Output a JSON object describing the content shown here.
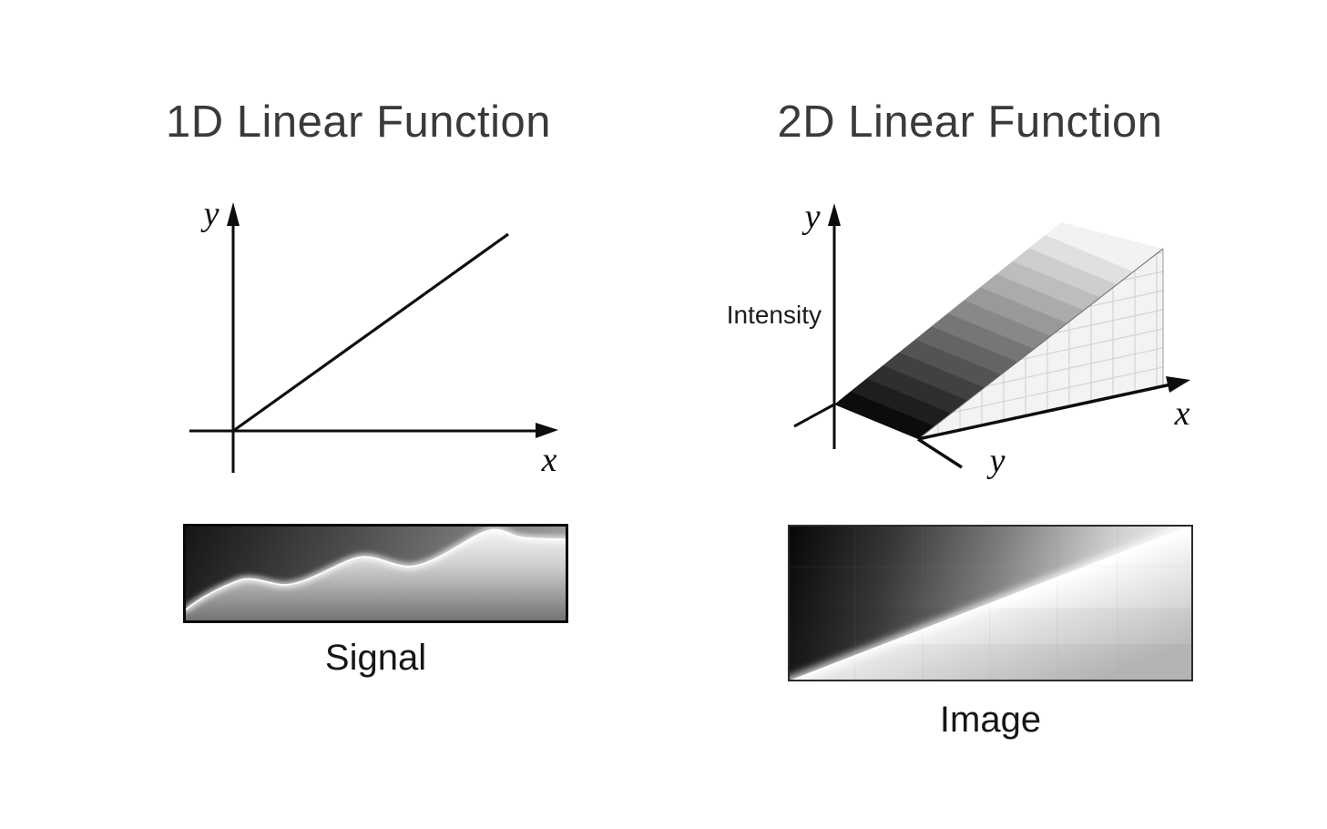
{
  "left_panel": {
    "title": "1D Linear Function",
    "plot": {
      "y_axis_label": "y",
      "x_axis_label": "x"
    },
    "caption": "Signal"
  },
  "right_panel": {
    "title": "2D Linear Function",
    "plot": {
      "vertical_axis_label": "y",
      "vertical_axis_name": "Intensity",
      "x_axis_label": "x",
      "depth_axis_label": "y"
    },
    "caption": "Image"
  },
  "colors": {
    "background": "#ffffff",
    "title_text": "#3a3a3a",
    "axis_ink": "#0d0d0d",
    "ramp_dark": "#0c0c0c",
    "ramp_light": "#f2f2f2",
    "side_face_fill": "#f3f3f3",
    "side_face_grid": "#d4d4d4"
  }
}
